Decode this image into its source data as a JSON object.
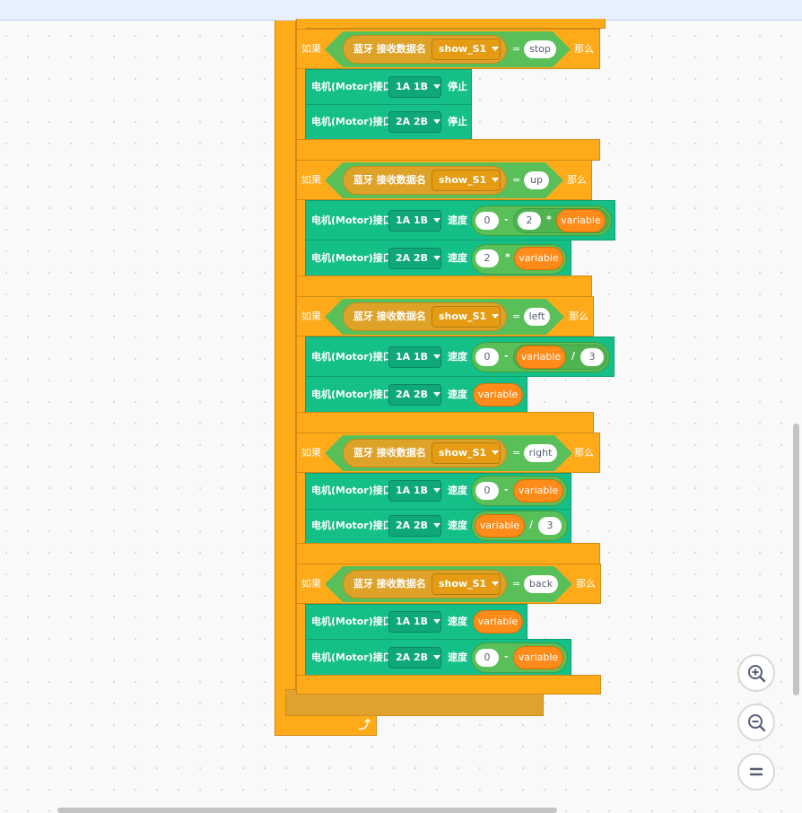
{
  "blocks": {
    "if_label": "如果",
    "then_label": "那么",
    "bt_receive": "蓝牙 接收数据名",
    "motor_port": "电机(Motor)接口",
    "speed": "速度",
    "stop": "停止",
    "port_a": "1A 1B",
    "port_b": "2A 2B",
    "data_name": "show_S1",
    "eq": "=",
    "minus": "-",
    "times": "*",
    "divide": "/",
    "num_0": "0",
    "num_2": "2",
    "num_3": "3",
    "var": "variable",
    "cmd_stop": "stop",
    "cmd_up": "up",
    "cmd_left": "left",
    "cmd_right": "right",
    "cmd_back": "back",
    "loop_arrow": "⤴"
  },
  "zoom": {
    "in_icon": "zoom-in-icon",
    "out_icon": "zoom-out-icon",
    "reset_icon": "zoom-reset-icon"
  },
  "colors": {
    "control": "#ffab19",
    "motor": "#14bf88",
    "operator": "#59c059",
    "variable": "#ff8c1a"
  }
}
